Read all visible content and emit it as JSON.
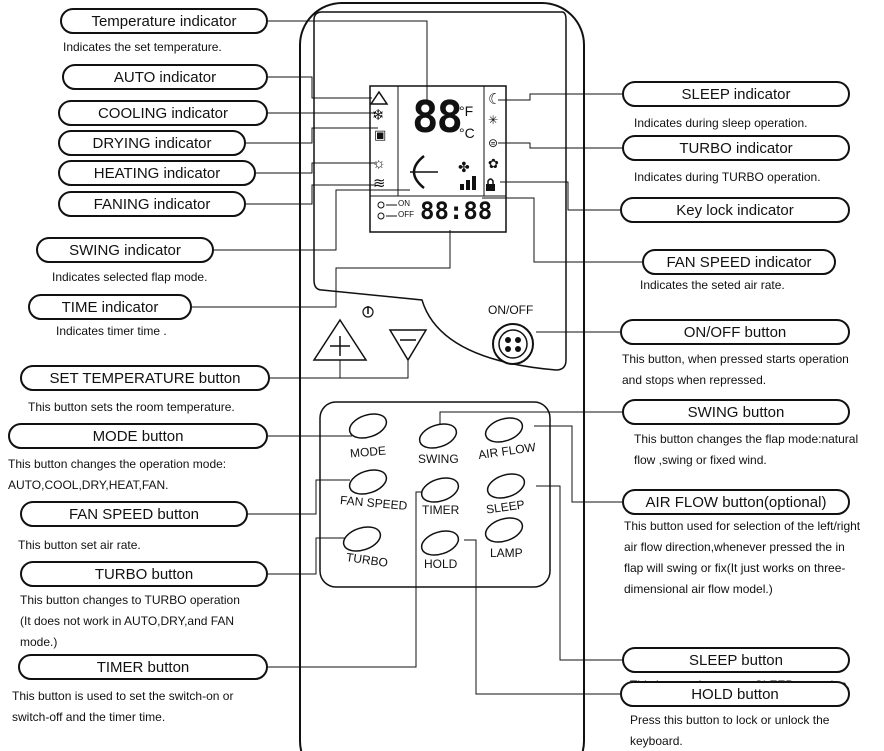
{
  "callouts": {
    "temperature_indicator": {
      "label": "Temperature indicator",
      "desc": "Indicates the set temperature."
    },
    "auto_indicator": {
      "label": "AUTO indicator"
    },
    "cooling_indicator": {
      "label": "COOLING indicator"
    },
    "drying_indicator": {
      "label": "DRYING indicator"
    },
    "heating_indicator": {
      "label": "HEATING indicator"
    },
    "faning_indicator": {
      "label": "FANING indicator"
    },
    "swing_indicator": {
      "label": "SWING indicator",
      "desc": "Indicates selected flap mode."
    },
    "time_indicator": {
      "label": "TIME indicator",
      "desc": "Indicates timer time ."
    },
    "set_temperature_button": {
      "label": "SET TEMPERATURE button",
      "desc": "This button sets the room temperature."
    },
    "mode_button": {
      "label": "MODE button",
      "desc_lines": [
        "This button changes  the operation mode:",
        "AUTO,COOL,DRY,HEAT,FAN."
      ]
    },
    "fan_speed_button": {
      "label": "FAN SPEED  button",
      "desc": "This button set air rate."
    },
    "turbo_button": {
      "label": "TURBO  button",
      "desc_lines": [
        "This button changes to TURBO operation",
        "(It does not work in AUTO,DRY,and FAN",
        "mode.)"
      ]
    },
    "timer_button": {
      "label": "TIMER  button",
      "desc_lines": [
        "This button is used to set the switch-on or",
        "switch-off and the timer time."
      ]
    },
    "sleep_indicator": {
      "label": "SLEEP indicator",
      "desc": "Indicates during sleep operation."
    },
    "turbo_indicator": {
      "label": "TURBO indicator",
      "desc": "Indicates during TURBO operation."
    },
    "key_lock_indicator": {
      "label": "Key lock  indicator"
    },
    "fan_speed_indicator": {
      "label": "FAN SPEED  indicator",
      "desc": "Indicates the seted air rate."
    },
    "on_off_button": {
      "label": "ON/OFF button",
      "desc_lines": [
        "This button, when pressed starts operation",
        "and stops when repressed."
      ]
    },
    "swing_button": {
      "label": "SWING button",
      "desc_lines": [
        "This button changes the flap mode:natural",
        "flow  ,swing or fixed wind."
      ]
    },
    "air_flow_button": {
      "label": "AIR FLOW  button(optional)",
      "desc_lines": [
        "This button used for selection of the left/right",
        "air flow direction,whenever pressed the in",
        "flap will swing or fix(It just works on three-",
        "dimensional air flow model.)"
      ]
    },
    "sleep_button": {
      "label": "SLEEP button",
      "desc": "This button changes to SLEEP operation."
    },
    "hold_button": {
      "label": "HOLD button",
      "desc_lines": [
        "Press this button to lock or unlock the",
        "keyboard."
      ]
    }
  },
  "remote": {
    "lcd": {
      "temp_digits": "88",
      "unit_f": "°F",
      "unit_c": "°C",
      "timer_on": "ON",
      "timer_off": "OFF",
      "time_digits": "88:88"
    },
    "on_off_label": "ON/OFF",
    "buttons": {
      "mode": "MODE",
      "swing": "SWING",
      "air_flow": "AIR FLOW",
      "fan_speed": "FAN SPEED",
      "timer": "TIMER",
      "sleep": "SLEEP",
      "turbo": "TURBO",
      "hold": "HOLD",
      "lamp": "LAMP"
    }
  }
}
